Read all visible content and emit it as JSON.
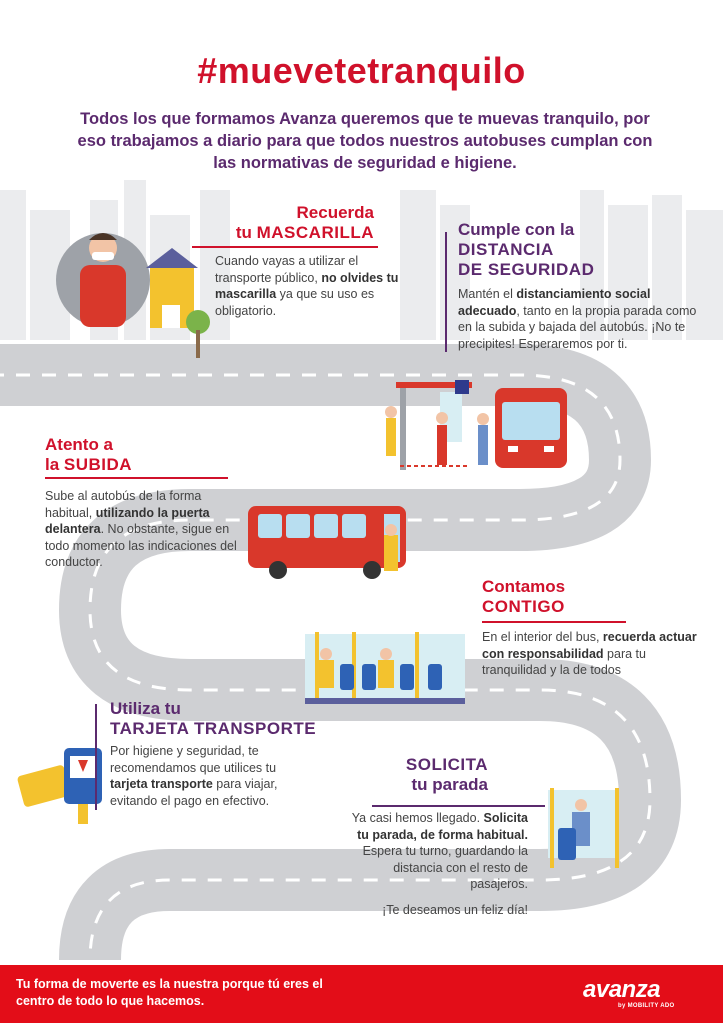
{
  "title": "#muevetetranquilo",
  "intro": "Todos los que formamos Avanza queremos que te muevas tranquilo, por eso trabajamos a diario para que todos nuestros autobuses cumplan con las normativas de seguridad e higiene.",
  "sections": {
    "mascarilla": {
      "line1": "Recuerda",
      "line2a": "tu ",
      "line2b": "MASCARILLA",
      "body_1": "Cuando vayas a utilizar el transporte público, ",
      "body_b": "no olvides tu mascarilla",
      "body_2": " ya que su uso es obligatorio."
    },
    "distancia": {
      "line1": "Cumple con la",
      "line2": "DISTANCIA",
      "line3": "DE SEGURIDAD",
      "body_1": "Mantén el ",
      "body_b": "distanciamiento social adecuado",
      "body_2": ", tanto en la propia parada como en la subida y bajada del autobús. ¡No te precipites! Esperaremos por ti."
    },
    "subida": {
      "line1": "Atento a",
      "line2a": "la ",
      "line2b": "SUBIDA",
      "body_1": "Sube al autobús de la forma habitual, ",
      "body_b": "utilizando la puerta delantera",
      "body_2": ". No obstante, sigue en todo momento las indicaciones del conductor."
    },
    "contigo": {
      "line1": "Contamos",
      "line2": "CONTIGO",
      "body_1": "En el interior del bus, ",
      "body_b": "recuerda actuar con responsabilidad",
      "body_2": " para tu tranquilidad y la de todos"
    },
    "tarjeta": {
      "line1": "Utiliza tu",
      "line2": "TARJETA TRANSPORTE",
      "body_1": "Por higiene y seguridad, te recomendamos que utilices tu ",
      "body_b": "tarjeta transporte",
      "body_2": " para viajar, evitando el pago en efectivo."
    },
    "parada": {
      "line1": "SOLICITA",
      "line2": "tu parada",
      "body_1": "Ya casi hemos llegado. ",
      "body_b": "Solicita tu parada, de forma habitual.",
      "body_2": " Espera tu turno, guardando la distancia con el resto de pasajeros.",
      "closing": "¡Te deseamos un feliz día!"
    }
  },
  "footer": {
    "text": "Tu forma de moverte es la nuestra porque tú eres el centro de todo lo que hacemos.",
    "logo": "avanza",
    "logo_sub": "by MOBILITY ADO"
  },
  "colors": {
    "red": "#d0112b",
    "purple": "#5b2a6e",
    "footer": "#e30d18",
    "road": "#cfd0d3",
    "skyline": "#ebecee"
  }
}
